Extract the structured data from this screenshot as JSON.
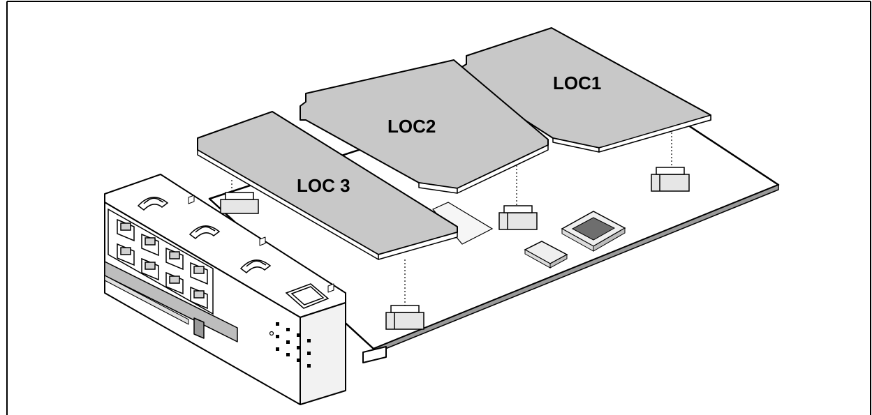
{
  "labels": {
    "loc1": "LOC1",
    "loc2": "LOC2",
    "loc3": "LOC 3"
  },
  "colors": {
    "board_fill": "#ffffff",
    "daughter_card_fill": "#c8c8c8",
    "line": "#000000",
    "chip_light": "#efefef",
    "chip_dark": "#6e6e6e",
    "faceplate_shade": "#bdbdbd"
  }
}
